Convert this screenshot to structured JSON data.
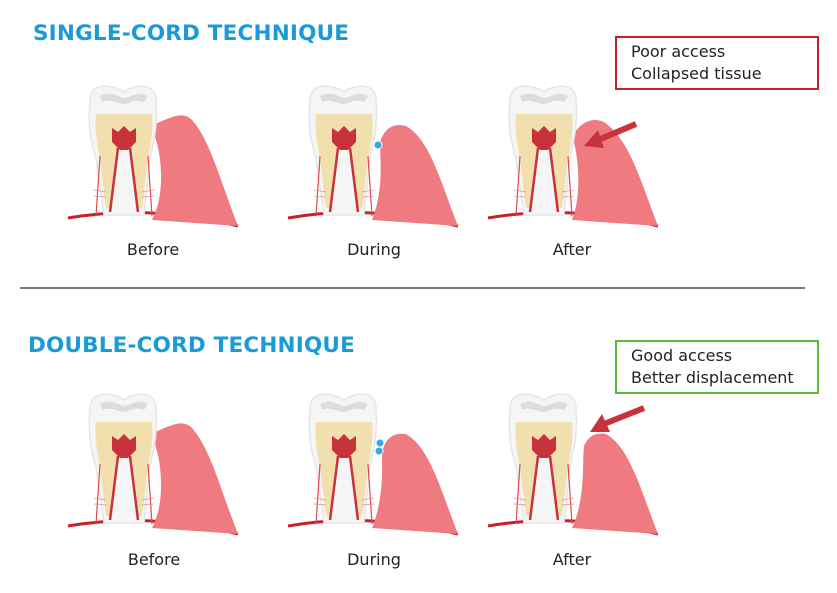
{
  "colors": {
    "title": "#1a9ad6",
    "gum": "#ef7a7f",
    "gum_line": "#c8202a",
    "pulp": "#c8323a",
    "dentin": "#f2dfae",
    "enamel": "#f4f4f4",
    "cord": "#3aa7e6",
    "arrow": "#c8323a",
    "bad_box_border": "#c8202a",
    "good_box_border": "#5cba33",
    "divider": "#7a7a7a"
  },
  "sections": [
    {
      "title": "SINGLE-CORD TECHNIQUE",
      "note": {
        "type": "bad",
        "lines": [
          "Poor access",
          "Collapsed tissue"
        ]
      },
      "stages": [
        {
          "label": "Before",
          "cords": 0,
          "arrow": false,
          "gum": "normal"
        },
        {
          "label": "During",
          "cords": 1,
          "arrow": false,
          "gum": "retracted"
        },
        {
          "label": "After",
          "cords": 0,
          "arrow": true,
          "gum": "collapsed"
        }
      ]
    },
    {
      "title": "DOUBLE-CORD TECHNIQUE",
      "note": {
        "type": "good",
        "lines": [
          "Good access",
          "Better displacement"
        ]
      },
      "stages": [
        {
          "label": "Before",
          "cords": 0,
          "arrow": false,
          "gum": "normal"
        },
        {
          "label": "During",
          "cords": 2,
          "arrow": false,
          "gum": "retracted"
        },
        {
          "label": "After",
          "cords": 0,
          "arrow": true,
          "gum": "displaced"
        }
      ]
    }
  ]
}
